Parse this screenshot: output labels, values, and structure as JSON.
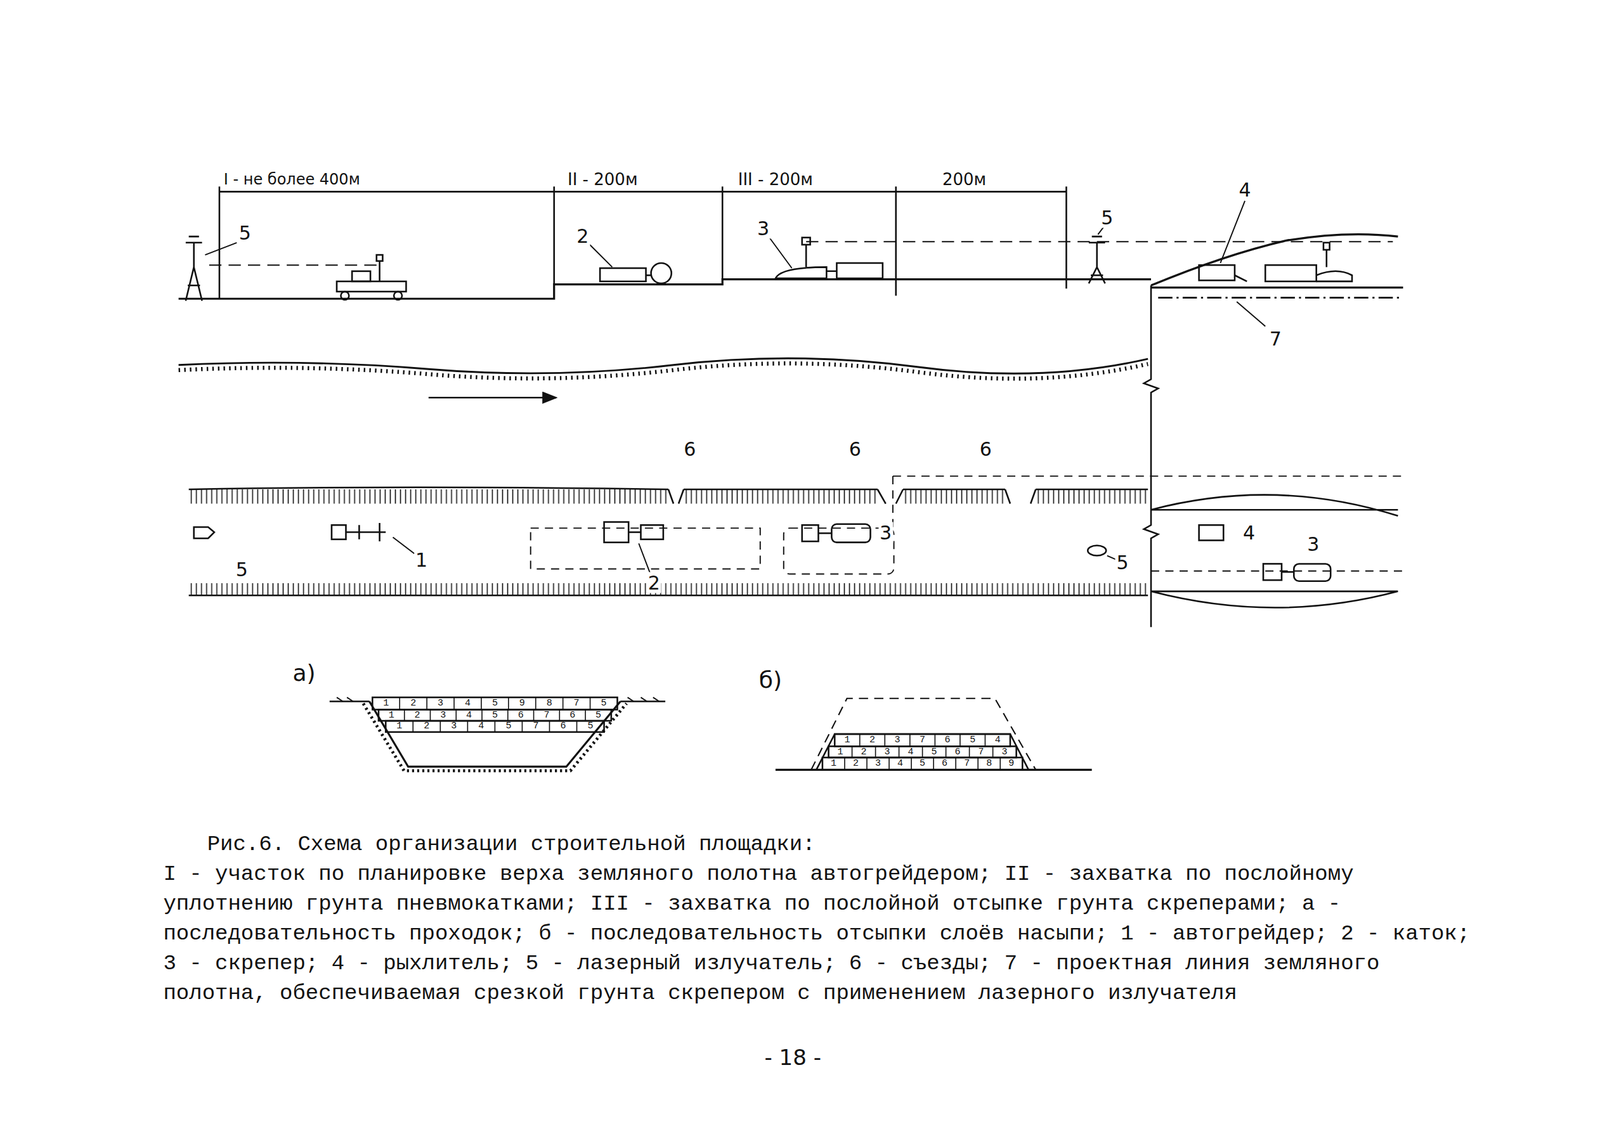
{
  "diagram": {
    "title": "Рис.6. Схема организации строительной площадки:",
    "caption": "I - участок по планировке верха земляного полотна автогрейдером; II - захватка по послойному уплотнению грунта пневмокатками; III - захватка по послойной отсыпке грунта скреперами; а - последовательность проходок; б - последовательность отсыпки слоёв насыпи; 1 - автогрейдер; 2 - каток; 3 - скрепер; 4 - рыхлитель; 5 - лазерный излучатель; 6 - съезды; 7 - проектная линия земляного полотна, обеспечиваемая срезкой грунта скрепером с применением лазерного излучателя",
    "labels": [
      "I - не более 400м",
      "II - 200м",
      "III - 200м",
      "200м",
      "5",
      "2",
      "3",
      "5",
      "4",
      "7",
      "6",
      "6",
      "6",
      "5",
      "1",
      "2",
      "3",
      "5",
      "4",
      "3",
      "а)",
      "б)",
      "- 18 -",
      "1",
      "2",
      "3",
      "4",
      "5",
      "9",
      "8",
      "7",
      "5",
      "1",
      "2",
      "3",
      "4",
      "5",
      "6",
      "7",
      "6",
      "5",
      "1",
      "2",
      "3",
      "4",
      "5",
      "7",
      "6",
      "5",
      "1",
      "2",
      "3",
      "7",
      "6",
      "5",
      "4",
      "1",
      "2",
      "3",
      "4",
      "5",
      "6",
      "7",
      "3",
      "1",
      "2",
      "3",
      "4",
      "5",
      "6",
      "7",
      "8",
      "9"
    ]
  }
}
